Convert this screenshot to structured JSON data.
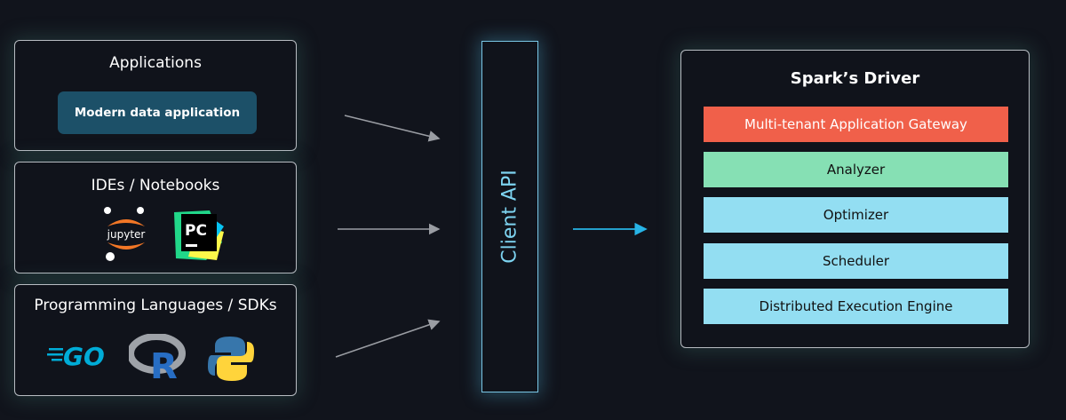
{
  "sources": {
    "applications": {
      "title": "Applications",
      "item": "Modern data application"
    },
    "ides": {
      "title": "IDEs / Notebooks",
      "logos": [
        "jupyter",
        "PC"
      ]
    },
    "sdks": {
      "title": "Programming Languages / SDKs",
      "logos": [
        "GO",
        "R",
        "python"
      ]
    }
  },
  "client_api": {
    "label": "Client API"
  },
  "driver": {
    "title": "Spark’s Driver",
    "layers": [
      {
        "label": "Multi-tenant Application Gateway",
        "color": "#f0604a"
      },
      {
        "label": "Analyzer",
        "color": "#86e0b4"
      },
      {
        "label": "Optimizer",
        "color": "#93def2"
      },
      {
        "label": "Scheduler",
        "color": "#93def2"
      },
      {
        "label": "Distributed Execution Engine",
        "color": "#93def2"
      }
    ]
  }
}
